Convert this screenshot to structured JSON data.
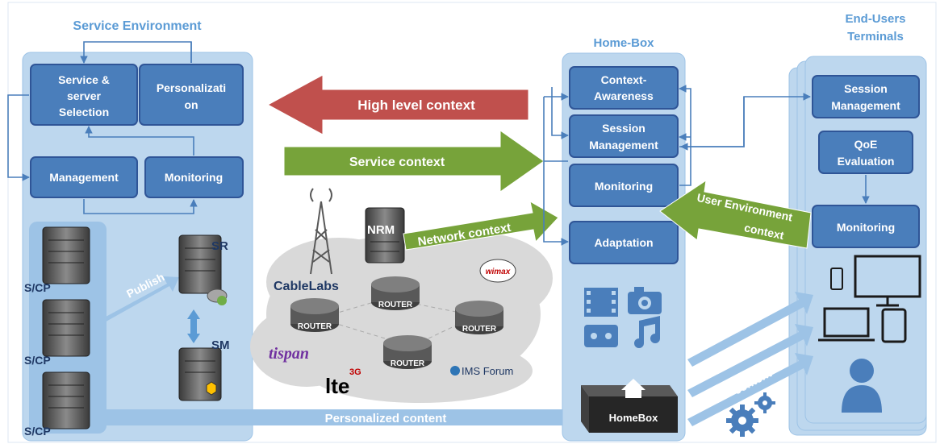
{
  "sections": {
    "service_environment": "Service Environment",
    "home_box": "Home-Box",
    "end_users_line1": "End-Users",
    "end_users_line2": "Terminals"
  },
  "service_env_boxes": {
    "service_selection": [
      "Service &",
      "server",
      "Selection"
    ],
    "personalization": [
      "Personalizati",
      "on"
    ],
    "management": "Management",
    "monitoring": "Monitoring"
  },
  "home_box_boxes": {
    "context_awareness": [
      "Context-",
      "Awareness"
    ],
    "session_management": [
      "Session",
      "Management"
    ],
    "monitoring": "Monitoring",
    "adaptation": "Adaptation"
  },
  "terminal_boxes": {
    "session_management": [
      "Session",
      "Management"
    ],
    "qoe_evaluation": [
      "QoE",
      "Evaluation"
    ],
    "monitoring": "Monitoring"
  },
  "arrows": {
    "high_level_context": "High level context",
    "service_context": "Service context",
    "network_context": "Network context",
    "user_environment_context": [
      "User Environment",
      "context"
    ],
    "publish": "Publish",
    "personalized_content": "Personalized content",
    "adapted_content": [
      "Adapted",
      "content"
    ]
  },
  "servers": {
    "scp": "S/CP",
    "sr": "SR",
    "sm": "SM",
    "nrm": "NRM",
    "homebox": "HomeBox"
  },
  "network": {
    "router": "ROUTER",
    "cablelabs": "CableLabs",
    "tispan": "tispan",
    "lte": "lte",
    "lte_3g": "3G",
    "wimax": "wimax",
    "ims_forum": "IMS Forum"
  },
  "colors": {
    "panel": "#bdd7ee",
    "box": "#4a7ebb",
    "box_border": "#2f5597",
    "title": "#5b9bd5",
    "red_arrow": "#c0504d",
    "green_arrow": "#77a33a"
  }
}
